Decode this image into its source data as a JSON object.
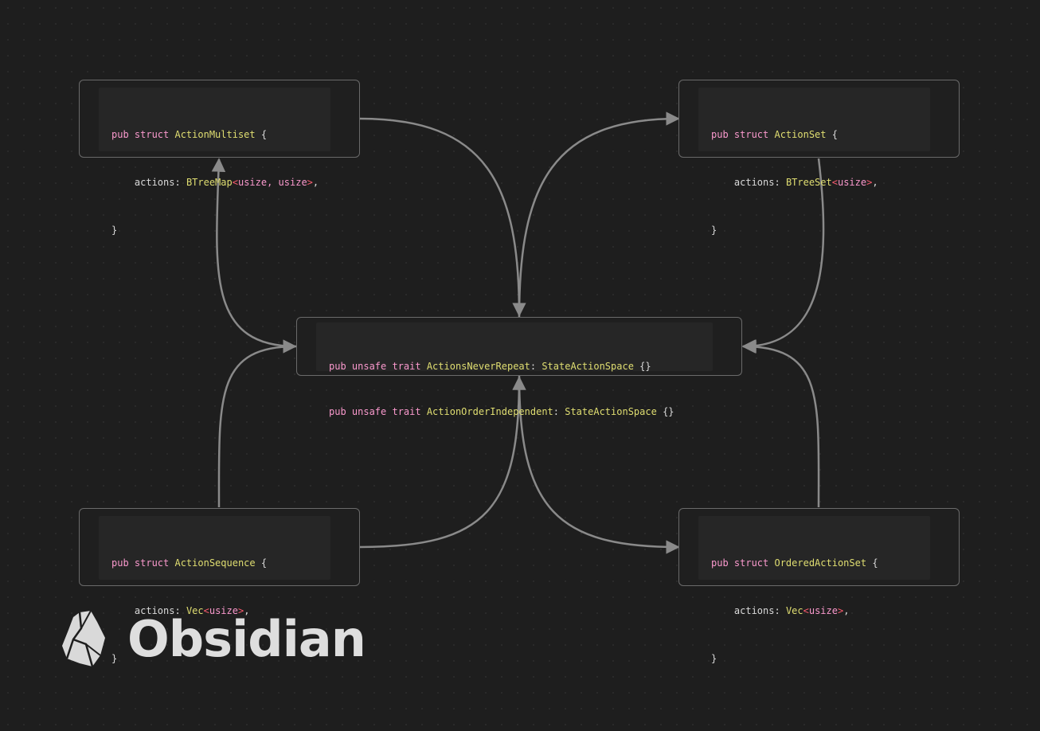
{
  "nodes": {
    "multiset": {
      "keyword": "pub struct",
      "name": "ActionMultiset",
      "field": "actions",
      "container": "BTreeMap",
      "type_args": "usize, usize"
    },
    "set": {
      "keyword": "pub struct",
      "name": "ActionSet",
      "field": "actions",
      "container": "BTreeSet",
      "type_args": "usize"
    },
    "sequence": {
      "keyword": "pub struct",
      "name": "ActionSequence",
      "field": "actions",
      "container": "Vec",
      "type_args": "usize"
    },
    "ordered_set": {
      "keyword": "pub struct",
      "name": "OrderedActionSet",
      "field": "actions",
      "container": "Vec",
      "type_args": "usize"
    },
    "traits": {
      "line1": {
        "keyword": "pub unsafe trait",
        "name": "ActionsNeverRepeat",
        "bound": "StateActionSpace",
        "body": "{}"
      },
      "line2": {
        "keyword": "pub unsafe trait",
        "name": "ActionOrderIndependent",
        "bound": "StateActionSpace",
        "body": "{}"
      }
    }
  },
  "edges": [
    {
      "from": "multiset",
      "to": "traits"
    },
    {
      "from": "traits",
      "to": "multiset"
    },
    {
      "from": "traits",
      "to": "set"
    },
    {
      "from": "set",
      "to": "traits"
    },
    {
      "from": "sequence",
      "to": "traits"
    },
    {
      "from": "traits",
      "to": "ordered_set"
    },
    {
      "from": "ordered_set",
      "to": "traits"
    }
  ],
  "brand": {
    "name": "Obsidian",
    "icon": "obsidian-logo-icon"
  },
  "colors": {
    "background": "#1e1e1e",
    "edge": "#8a8a8a",
    "keyword": "#fa99cd",
    "type": "#e0de71",
    "operator": "#fa5b6e",
    "text": "#dadada"
  }
}
